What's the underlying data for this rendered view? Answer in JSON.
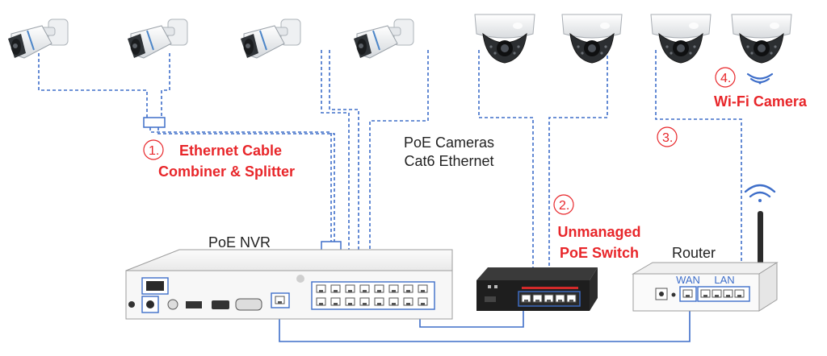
{
  "labels": {
    "poe_cameras": "PoE Cameras",
    "cat6": "Cat6 Ethernet",
    "poe_nvr": "PoE NVR",
    "router": "Router",
    "wan": "WAN",
    "lan": "LAN"
  },
  "callouts": {
    "c1_num": "1.",
    "c1_line1": "Ethernet Cable",
    "c1_line2": "Combiner & Splitter",
    "c2_num": "2.",
    "c2_line1": "Unmanaged",
    "c2_line2": "PoE Switch",
    "c3_num": "3.",
    "c4_num": "4.",
    "c4_line1": "Wi-Fi Camera"
  },
  "colors": {
    "callout_red": "#e8262a",
    "cable_blue": "#3e6ec9",
    "device_dark": "#1e1e1e"
  },
  "icons": [
    "bullet-camera-icon",
    "dome-camera-icon",
    "wifi-icon",
    "nvr-device-icon",
    "poe-switch-icon",
    "router-icon"
  ]
}
